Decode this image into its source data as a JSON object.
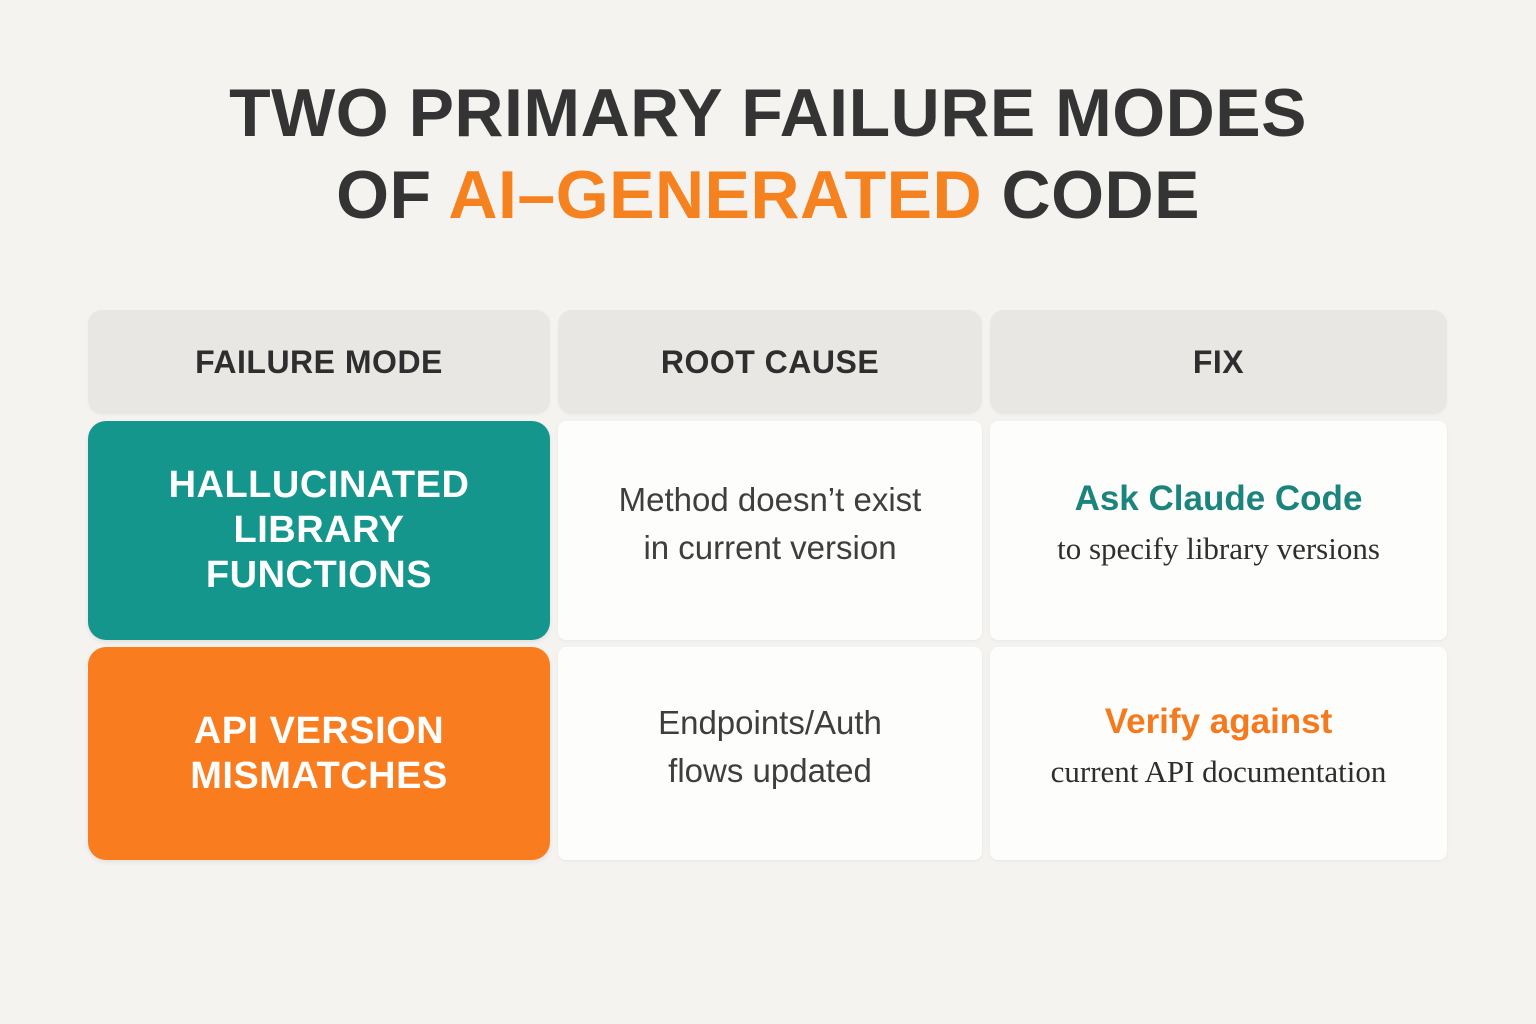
{
  "page": {
    "background_color": "#f4f3f0"
  },
  "title": {
    "line1": "TWO PRIMARY FAILURE MODES",
    "line2_prefix": "OF ",
    "line2_highlight": "AI–GENERATED",
    "line2_suffix": " CODE",
    "text_color": "#343434",
    "highlight_color": "#f5811f"
  },
  "table": {
    "header_bg": "#e8e7e3",
    "headers": [
      "FAILURE MODE",
      "ROOT CAUSE",
      "FIX"
    ],
    "rows": [
      {
        "failure_mode_lines": [
          "HALLUCINATED",
          "LIBRARY",
          "FUNCTIONS"
        ],
        "root_cause_lines": [
          "Method doesn’t exist",
          "in current version"
        ],
        "fix_emphasis": "Ask Claude Code",
        "fix_detail": "to specify library versions",
        "accent_bg": "#14968d",
        "accent_text": "#1b847d"
      },
      {
        "failure_mode_lines": [
          "API VERSION",
          "MISMATCHES"
        ],
        "root_cause_lines": [
          "Endpoints/Auth",
          "flows updated"
        ],
        "fix_emphasis": "Verify against",
        "fix_detail": "current API documentation",
        "accent_bg": "#f97c1e",
        "accent_text": "#f5791d"
      }
    ]
  },
  "chart_data": {
    "type": "table",
    "title": "TWO PRIMARY FAILURE MODES OF AI–GENERATED CODE",
    "columns": [
      "FAILURE MODE",
      "ROOT CAUSE",
      "FIX"
    ],
    "rows": [
      [
        "HALLUCINATED LIBRARY FUNCTIONS",
        "Method doesn’t exist in current version",
        "Ask Claude Code to specify library versions"
      ],
      [
        "API VERSION MISMATCHES",
        "Endpoints/Auth flows updated",
        "Verify against current API documentation"
      ]
    ],
    "row_accent_colors": [
      "#14968d",
      "#f97c1e"
    ],
    "legend_position": "none",
    "grid": false
  }
}
